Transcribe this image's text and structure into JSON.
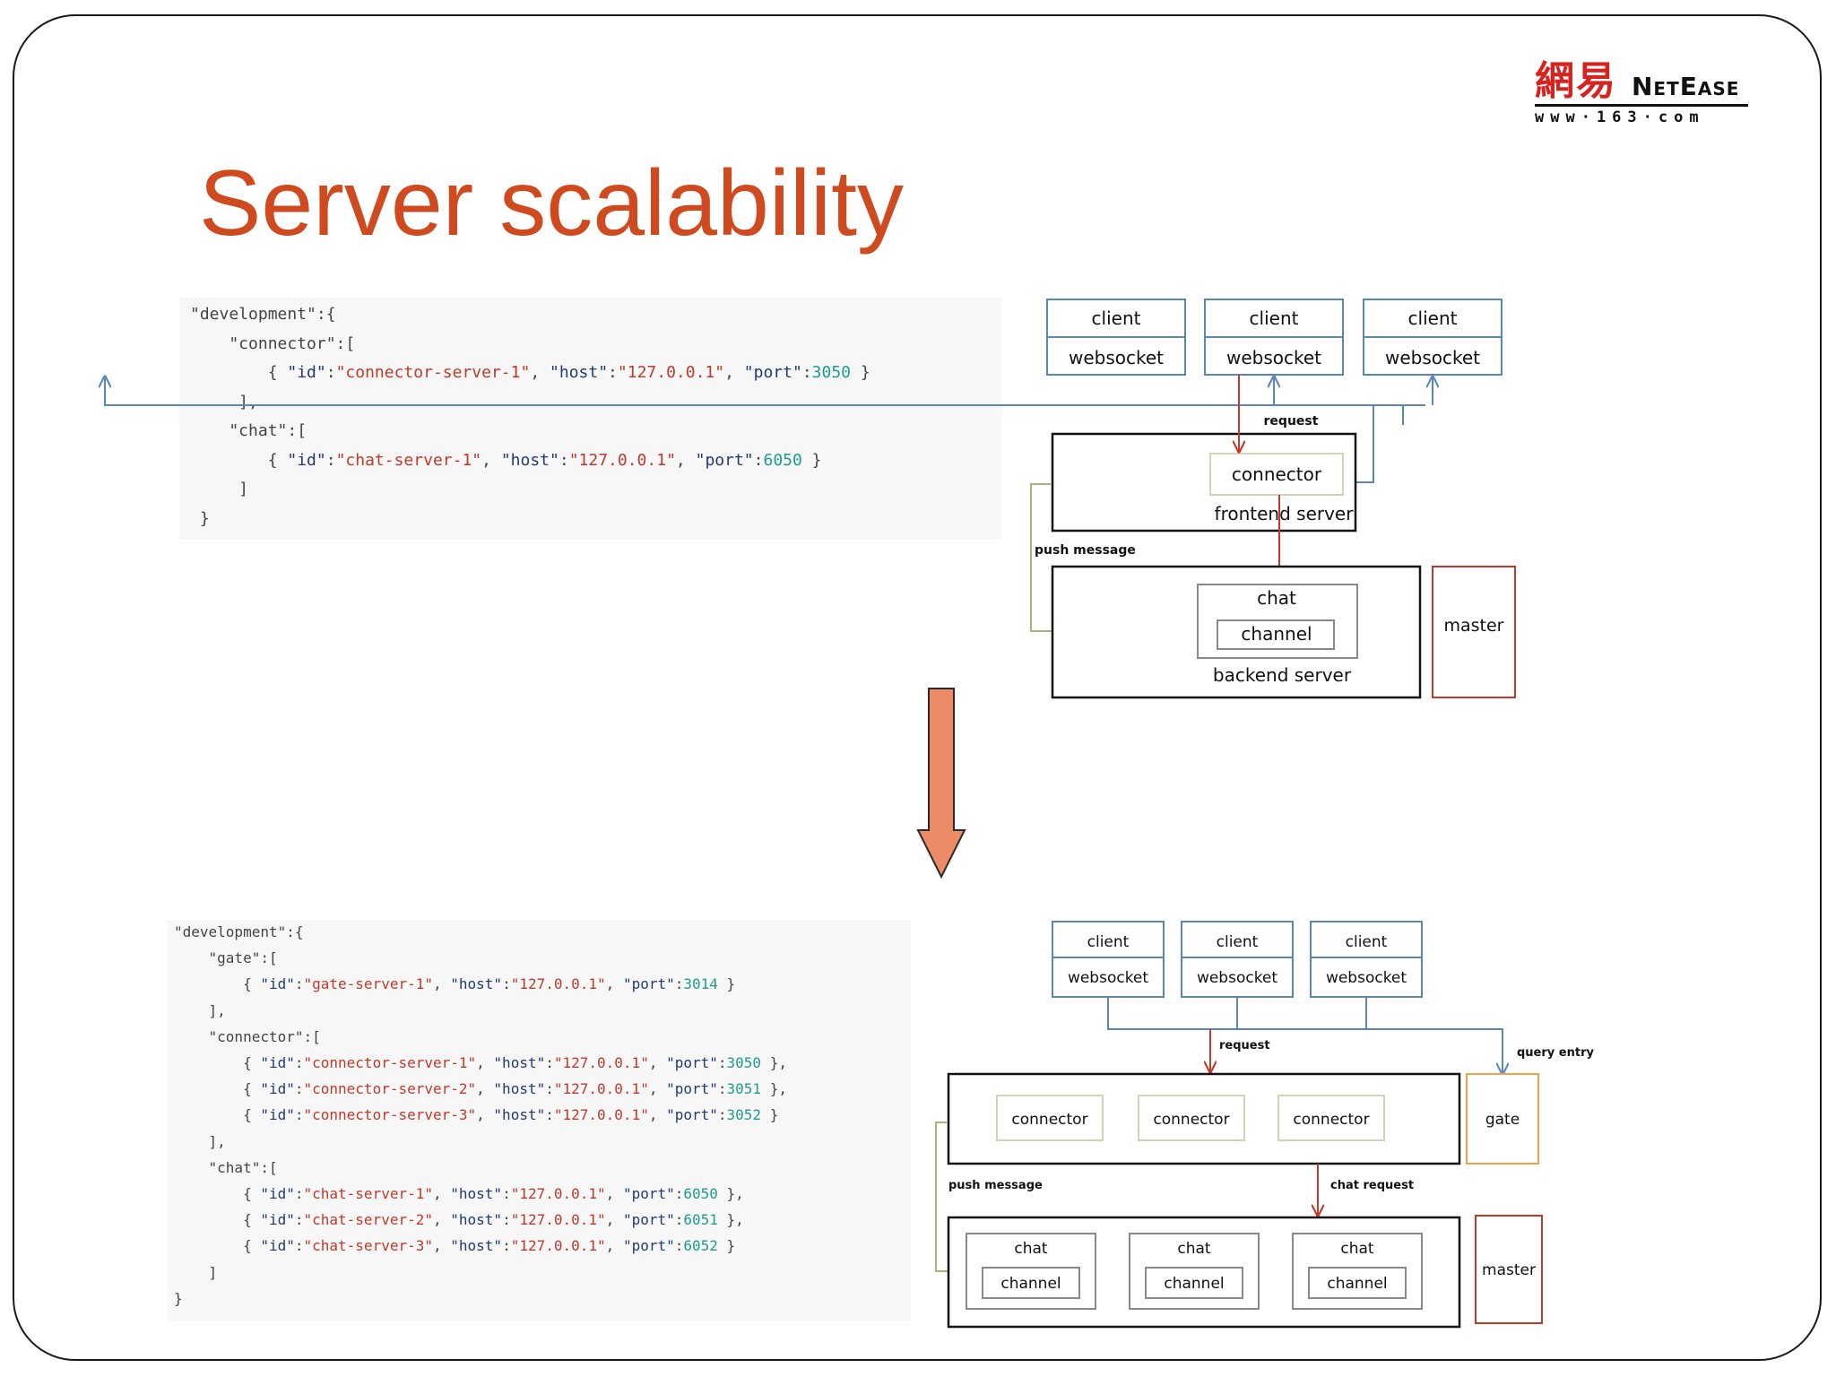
{
  "slide": {
    "title": "Server scalability",
    "logo": {
      "chinese": "網易",
      "brand": "NetEase",
      "url": "www·163·com"
    }
  },
  "colors": {
    "title": "#cf4a1e",
    "client_box": "#5b86b8",
    "request_arrow": "#c0392b",
    "push_line": "#a3b876",
    "master_box": "#c0392b",
    "gate_box": "#f0a24a",
    "connector_box": "#d8d2b8",
    "down_arrow_fill": "#ec8c66"
  },
  "code_top": [
    [
      {
        "t": "p",
        "v": "\"development\":{"
      }
    ],
    [
      {
        "t": "p",
        "v": "    \"connector\":["
      }
    ],
    [
      {
        "t": "p",
        "v": "        { "
      },
      {
        "t": "k",
        "v": "\"id\""
      },
      {
        "t": "p",
        "v": ":"
      },
      {
        "t": "s",
        "v": "\"connector-server-1\""
      },
      {
        "t": "p",
        "v": ", "
      },
      {
        "t": "k",
        "v": "\"host\""
      },
      {
        "t": "p",
        "v": ":"
      },
      {
        "t": "s",
        "v": "\"127.0.0.1\""
      },
      {
        "t": "p",
        "v": ", "
      },
      {
        "t": "k",
        "v": "\"port\""
      },
      {
        "t": "p",
        "v": ":"
      },
      {
        "t": "n",
        "v": "3050"
      },
      {
        "t": "p",
        "v": " }"
      }
    ],
    [
      {
        "t": "p",
        "v": "     ],"
      }
    ],
    [
      {
        "t": "p",
        "v": "    \"chat\":["
      }
    ],
    [
      {
        "t": "p",
        "v": "        { "
      },
      {
        "t": "k",
        "v": "\"id\""
      },
      {
        "t": "p",
        "v": ":"
      },
      {
        "t": "s",
        "v": "\"chat-server-1\""
      },
      {
        "t": "p",
        "v": ", "
      },
      {
        "t": "k",
        "v": "\"host\""
      },
      {
        "t": "p",
        "v": ":"
      },
      {
        "t": "s",
        "v": "\"127.0.0.1\""
      },
      {
        "t": "p",
        "v": ", "
      },
      {
        "t": "k",
        "v": "\"port\""
      },
      {
        "t": "p",
        "v": ":"
      },
      {
        "t": "n",
        "v": "6050"
      },
      {
        "t": "p",
        "v": " }"
      }
    ],
    [
      {
        "t": "p",
        "v": "     ]"
      }
    ],
    [
      {
        "t": "p",
        "v": " }"
      }
    ]
  ],
  "code_bottom": [
    [
      {
        "t": "p",
        "v": "\"development\":{"
      }
    ],
    [
      {
        "t": "p",
        "v": "    \"gate\":["
      }
    ],
    [
      {
        "t": "p",
        "v": "        { "
      },
      {
        "t": "k",
        "v": "\"id\""
      },
      {
        "t": "p",
        "v": ":"
      },
      {
        "t": "s",
        "v": "\"gate-server-1\""
      },
      {
        "t": "p",
        "v": ", "
      },
      {
        "t": "k",
        "v": "\"host\""
      },
      {
        "t": "p",
        "v": ":"
      },
      {
        "t": "s",
        "v": "\"127.0.0.1\""
      },
      {
        "t": "p",
        "v": ", "
      },
      {
        "t": "k",
        "v": "\"port\""
      },
      {
        "t": "p",
        "v": ":"
      },
      {
        "t": "n",
        "v": "3014"
      },
      {
        "t": "p",
        "v": " }"
      }
    ],
    [
      {
        "t": "p",
        "v": "    ],"
      }
    ],
    [
      {
        "t": "p",
        "v": "    \"connector\":["
      }
    ],
    [
      {
        "t": "p",
        "v": "        { "
      },
      {
        "t": "k",
        "v": "\"id\""
      },
      {
        "t": "p",
        "v": ":"
      },
      {
        "t": "s",
        "v": "\"connector-server-1\""
      },
      {
        "t": "p",
        "v": ", "
      },
      {
        "t": "k",
        "v": "\"host\""
      },
      {
        "t": "p",
        "v": ":"
      },
      {
        "t": "s",
        "v": "\"127.0.0.1\""
      },
      {
        "t": "p",
        "v": ", "
      },
      {
        "t": "k",
        "v": "\"port\""
      },
      {
        "t": "p",
        "v": ":"
      },
      {
        "t": "n",
        "v": "3050"
      },
      {
        "t": "p",
        "v": " },"
      }
    ],
    [
      {
        "t": "p",
        "v": "        { "
      },
      {
        "t": "k",
        "v": "\"id\""
      },
      {
        "t": "p",
        "v": ":"
      },
      {
        "t": "s",
        "v": "\"connector-server-2\""
      },
      {
        "t": "p",
        "v": ", "
      },
      {
        "t": "k",
        "v": "\"host\""
      },
      {
        "t": "p",
        "v": ":"
      },
      {
        "t": "s",
        "v": "\"127.0.0.1\""
      },
      {
        "t": "p",
        "v": ", "
      },
      {
        "t": "k",
        "v": "\"port\""
      },
      {
        "t": "p",
        "v": ":"
      },
      {
        "t": "n",
        "v": "3051"
      },
      {
        "t": "p",
        "v": " },"
      }
    ],
    [
      {
        "t": "p",
        "v": "        { "
      },
      {
        "t": "k",
        "v": "\"id\""
      },
      {
        "t": "p",
        "v": ":"
      },
      {
        "t": "s",
        "v": "\"connector-server-3\""
      },
      {
        "t": "p",
        "v": ", "
      },
      {
        "t": "k",
        "v": "\"host\""
      },
      {
        "t": "p",
        "v": ":"
      },
      {
        "t": "s",
        "v": "\"127.0.0.1\""
      },
      {
        "t": "p",
        "v": ", "
      },
      {
        "t": "k",
        "v": "\"port\""
      },
      {
        "t": "p",
        "v": ":"
      },
      {
        "t": "n",
        "v": "3052"
      },
      {
        "t": "p",
        "v": " }"
      }
    ],
    [
      {
        "t": "p",
        "v": "    ],"
      }
    ],
    [
      {
        "t": "p",
        "v": "    \"chat\":["
      }
    ],
    [
      {
        "t": "p",
        "v": "        { "
      },
      {
        "t": "k",
        "v": "\"id\""
      },
      {
        "t": "p",
        "v": ":"
      },
      {
        "t": "s",
        "v": "\"chat-server-1\""
      },
      {
        "t": "p",
        "v": ", "
      },
      {
        "t": "k",
        "v": "\"host\""
      },
      {
        "t": "p",
        "v": ":"
      },
      {
        "t": "s",
        "v": "\"127.0.0.1\""
      },
      {
        "t": "p",
        "v": ", "
      },
      {
        "t": "k",
        "v": "\"port\""
      },
      {
        "t": "p",
        "v": ":"
      },
      {
        "t": "n",
        "v": "6050"
      },
      {
        "t": "p",
        "v": " },"
      }
    ],
    [
      {
        "t": "p",
        "v": "        { "
      },
      {
        "t": "k",
        "v": "\"id\""
      },
      {
        "t": "p",
        "v": ":"
      },
      {
        "t": "s",
        "v": "\"chat-server-2\""
      },
      {
        "t": "p",
        "v": ", "
      },
      {
        "t": "k",
        "v": "\"host\""
      },
      {
        "t": "p",
        "v": ":"
      },
      {
        "t": "s",
        "v": "\"127.0.0.1\""
      },
      {
        "t": "p",
        "v": ", "
      },
      {
        "t": "k",
        "v": "\"port\""
      },
      {
        "t": "p",
        "v": ":"
      },
      {
        "t": "n",
        "v": "6051"
      },
      {
        "t": "p",
        "v": " },"
      }
    ],
    [
      {
        "t": "p",
        "v": "        { "
      },
      {
        "t": "k",
        "v": "\"id\""
      },
      {
        "t": "p",
        "v": ":"
      },
      {
        "t": "s",
        "v": "\"chat-server-3\""
      },
      {
        "t": "p",
        "v": ", "
      },
      {
        "t": "k",
        "v": "\"host\""
      },
      {
        "t": "p",
        "v": ":"
      },
      {
        "t": "s",
        "v": "\"127.0.0.1\""
      },
      {
        "t": "p",
        "v": ", "
      },
      {
        "t": "k",
        "v": "\"port\""
      },
      {
        "t": "p",
        "v": ":"
      },
      {
        "t": "n",
        "v": "6052"
      },
      {
        "t": "p",
        "v": " }"
      }
    ],
    [
      {
        "t": "p",
        "v": "    ]"
      }
    ],
    [
      {
        "t": "p",
        "v": "}"
      }
    ]
  ],
  "diagram_top": {
    "client_label": "client",
    "websocket_label": "websocket",
    "request_label": "request",
    "connector_label": "connector",
    "frontend_label": "frontend server",
    "push_label": "push message",
    "chat_label": "chat",
    "channel_label": "channel",
    "backend_label": "backend server",
    "master_label": "master"
  },
  "diagram_bottom": {
    "client_label": "client",
    "websocket_label": "websocket",
    "request_label": "request",
    "query_label": "query entry",
    "connector_label": "connector",
    "gate_label": "gate",
    "push_label": "push message",
    "chat_request_label": "chat request",
    "chat_label": "chat",
    "channel_label": "channel",
    "master_label": "master"
  }
}
